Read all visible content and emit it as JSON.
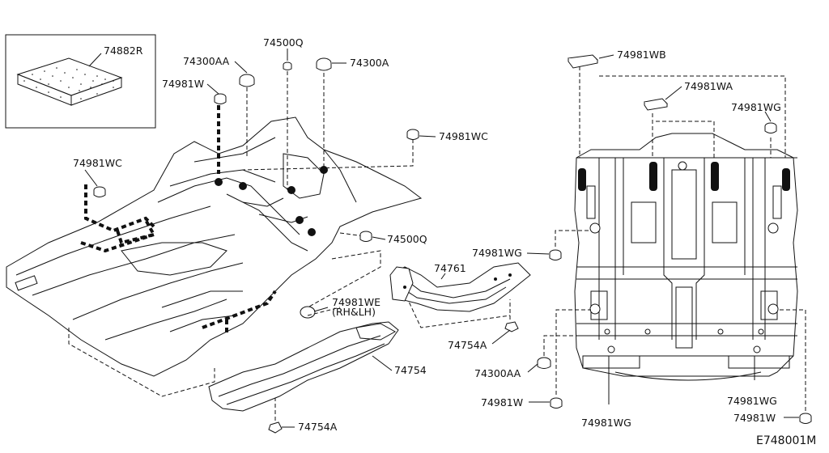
{
  "diagram": {
    "reference_code": "E748001M",
    "parts": [
      {
        "id": "p-74882r",
        "label": "74882R"
      },
      {
        "id": "p-74300aa-top",
        "label": "74300AA"
      },
      {
        "id": "p-74500q-top",
        "label": "74500Q"
      },
      {
        "id": "p-74300a",
        "label": "74300A"
      },
      {
        "id": "p-74981w-top",
        "label": "74981W"
      },
      {
        "id": "p-74981wc-right",
        "label": "74981WC"
      },
      {
        "id": "p-74981wc-left",
        "label": "74981WC"
      },
      {
        "id": "p-74500q-mid",
        "label": "74500Q"
      },
      {
        "id": "p-74981we",
        "label": "74981WE"
      },
      {
        "id": "p-74981we-sub",
        "label": "(RH&LH)"
      },
      {
        "id": "p-74761",
        "label": "74761"
      },
      {
        "id": "p-74754a-mid",
        "label": "74754A"
      },
      {
        "id": "p-74754",
        "label": "74754"
      },
      {
        "id": "p-74754a-bot",
        "label": "74754A"
      },
      {
        "id": "p-74981wb",
        "label": "74981WB"
      },
      {
        "id": "p-74981wa",
        "label": "74981WA"
      },
      {
        "id": "p-74981wg-top",
        "label": "74981WG"
      },
      {
        "id": "p-74981wg-left",
        "label": "74981WG"
      },
      {
        "id": "p-74300aa-right",
        "label": "74300AA"
      },
      {
        "id": "p-74981w-mid",
        "label": "74981W"
      },
      {
        "id": "p-74981wg-bl",
        "label": "74981WG"
      },
      {
        "id": "p-74981wg-br",
        "label": "74981WG"
      },
      {
        "id": "p-74981w-br",
        "label": "74981W"
      }
    ]
  }
}
